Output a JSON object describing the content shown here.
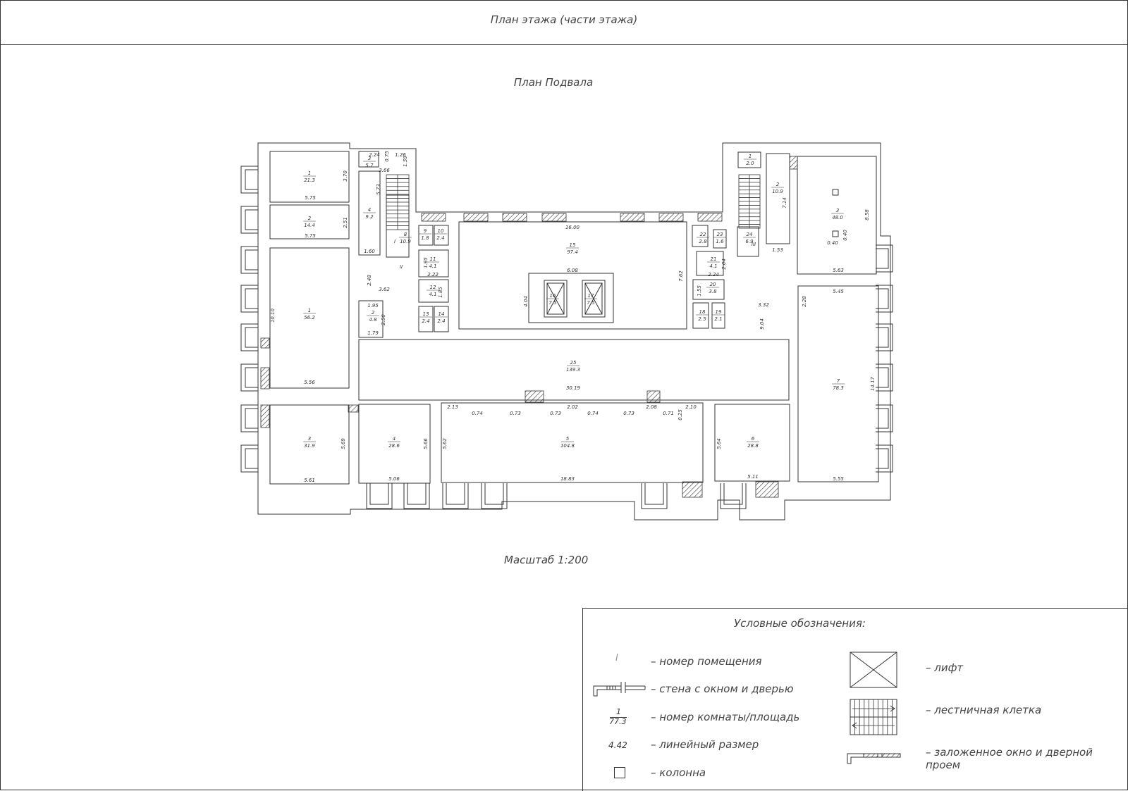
{
  "sheet_title": "План этажа (части этажа)",
  "plan_title": "План Подвала",
  "scale": "Масштаб 1:200",
  "legend": {
    "title": "Условные обозначения:",
    "items": [
      {
        "symbol": "room-number",
        "sample": "I",
        "label": "– номер помещения"
      },
      {
        "symbol": "wall-window-door",
        "label": "– стена с окном и дверью"
      },
      {
        "symbol": "room-area",
        "sample_top": "1",
        "sample_bottom": "77.3",
        "label": "– номер комнаты/площадь"
      },
      {
        "symbol": "linear-dimension",
        "sample": "4.42",
        "label": "– линейный размер"
      },
      {
        "symbol": "column",
        "label": "– колонна"
      },
      {
        "symbol": "elevator",
        "label": "– лифт"
      },
      {
        "symbol": "stairwell",
        "label": "– лестничная клетка"
      },
      {
        "symbol": "blocked-opening",
        "label": "– заложенное окно и дверной проем"
      }
    ]
  },
  "rooms": [
    {
      "num": "1",
      "area": "21.3"
    },
    {
      "num": "2",
      "area": "14.4"
    },
    {
      "num": "1",
      "area": "56.2"
    },
    {
      "num": "3",
      "area": "31.9"
    },
    {
      "num": "4",
      "area": "28.6"
    },
    {
      "num": "5",
      "area": "104.8"
    },
    {
      "num": "6",
      "area": "28.8"
    },
    {
      "num": "7",
      "area": "78.3"
    },
    {
      "num": "3",
      "area": "48.0"
    },
    {
      "num": "2",
      "area": "10.9"
    },
    {
      "num": "1",
      "area": "2.0"
    },
    {
      "num": "15",
      "area": "97.4"
    },
    {
      "num": "25",
      "area": "139.3"
    },
    {
      "num": "3",
      "area": "5.7"
    },
    {
      "num": "4",
      "area": "9.2"
    },
    {
      "num": "8",
      "area": "10.9"
    },
    {
      "num": "2",
      "area": "4.8"
    },
    {
      "num": "9",
      "area": "1.8"
    },
    {
      "num": "10",
      "area": "2.4"
    },
    {
      "num": "11",
      "area": "4.1"
    },
    {
      "num": "12",
      "area": "4.1"
    },
    {
      "num": "13",
      "area": "2.4"
    },
    {
      "num": "14",
      "area": "2.4"
    },
    {
      "num": "16",
      "area": "7.5"
    },
    {
      "num": "17",
      "area": "7.5"
    },
    {
      "num": "22",
      "area": "2.8"
    },
    {
      "num": "23",
      "area": "1.6"
    },
    {
      "num": "24",
      "area": "6.9"
    },
    {
      "num": "21",
      "area": "4.1"
    },
    {
      "num": "20",
      "area": "3.8"
    },
    {
      "num": "18",
      "area": "2.5"
    },
    {
      "num": "19",
      "area": "2.1"
    }
  ],
  "dimensions": [
    "5.75",
    "3.70",
    "5.75",
    "2.51",
    "10.10",
    "5.56",
    "5.61",
    "5.69",
    "5.06",
    "5.66",
    "18.83",
    "5.62",
    "5.64",
    "5.11",
    "5.55",
    "14.17",
    "5.45",
    "2.28",
    "5.63",
    "8.58",
    "0.40",
    "0.40",
    "7.14",
    "1.53",
    "16.00",
    "7.62",
    "6.08",
    "4.04",
    "30.19",
    "3.32",
    "9.04",
    "2.24",
    "2.04",
    "1.55",
    "2.13",
    "0.74",
    "0.73",
    "0.73",
    "2.02",
    "0.74",
    "0.73",
    "2.08",
    "0.71",
    "0.25",
    "2.10",
    "2.24",
    "0.75",
    "1.26",
    "1.59",
    "3.66",
    "5.73",
    "1.60",
    "2.48",
    "3.62",
    "1.95",
    "2.50",
    "1.79",
    "1.95",
    "2.22",
    "1.85"
  ],
  "room_numerals": [
    "I",
    "II",
    "III"
  ]
}
